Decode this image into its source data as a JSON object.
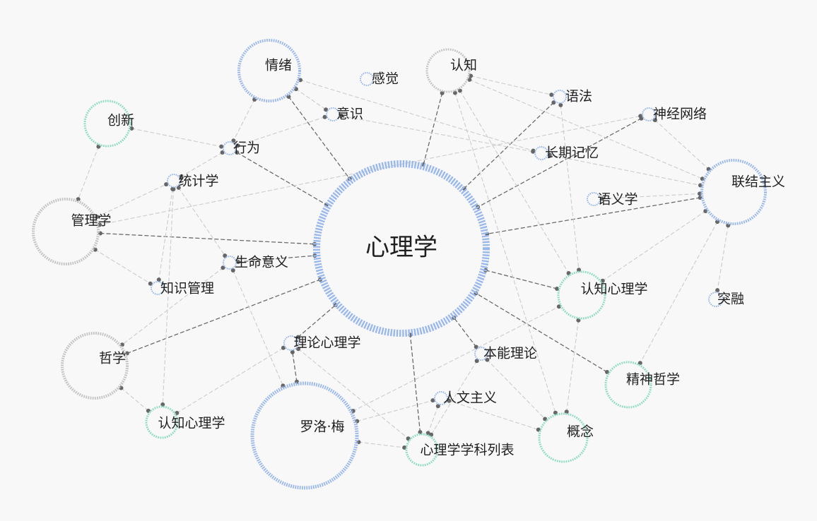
{
  "colors": {
    "background": "#f8f8f9",
    "blue": "#9ab8ec",
    "gray": "#c4c4c4",
    "green": "#8fdcc4",
    "edge_dark": "#6b6b6b",
    "edge_light": "#cfcfcf",
    "text": "#1f1f1f"
  },
  "nodes": [
    {
      "id": "center",
      "label": "心理学",
      "color": "blue",
      "kind": "center"
    },
    {
      "id": "qingxu",
      "label": "情绪",
      "color": "blue",
      "kind": "large"
    },
    {
      "id": "ganjue",
      "label": "感觉",
      "color": "blue",
      "kind": "small"
    },
    {
      "id": "renzhi",
      "label": "认知",
      "color": "gray",
      "kind": "medium"
    },
    {
      "id": "yufa",
      "label": "语法",
      "color": "blue",
      "kind": "small"
    },
    {
      "id": "shenjing",
      "label": "神经网络",
      "color": "blue",
      "kind": "small"
    },
    {
      "id": "chuangxin",
      "label": "创新",
      "color": "green",
      "kind": "medium"
    },
    {
      "id": "yishi",
      "label": "意识",
      "color": "blue",
      "kind": "small"
    },
    {
      "id": "xingwei",
      "label": "行为",
      "color": "blue",
      "kind": "small"
    },
    {
      "id": "changqi",
      "label": "长期记忆",
      "color": "blue",
      "kind": "small"
    },
    {
      "id": "lianjie",
      "label": "联结主义",
      "color": "blue",
      "kind": "large"
    },
    {
      "id": "tongji",
      "label": "统计学",
      "color": "blue",
      "kind": "small"
    },
    {
      "id": "yuyi",
      "label": "语义学",
      "color": "blue",
      "kind": "small"
    },
    {
      "id": "guanli",
      "label": "管理学",
      "color": "gray",
      "kind": "large"
    },
    {
      "id": "shengming",
      "label": "生命意义",
      "color": "blue",
      "kind": "small"
    },
    {
      "id": "zhishi",
      "label": "知识管理",
      "color": "blue",
      "kind": "small"
    },
    {
      "id": "renzhixlx_r",
      "label": "认知心理学",
      "color": "green",
      "kind": "medium"
    },
    {
      "id": "turong",
      "label": "突融",
      "color": "blue",
      "kind": "small"
    },
    {
      "id": "zhexue",
      "label": "哲学",
      "color": "gray",
      "kind": "large"
    },
    {
      "id": "lilun",
      "label": "理论心理学",
      "color": "blue",
      "kind": "small"
    },
    {
      "id": "benneng",
      "label": "本能理论",
      "color": "blue",
      "kind": "small"
    },
    {
      "id": "jingshen",
      "label": "精神哲学",
      "color": "green",
      "kind": "medium"
    },
    {
      "id": "renwen",
      "label": "人文主义",
      "color": "blue",
      "kind": "small"
    },
    {
      "id": "renzhixlx_l",
      "label": "认知心理学",
      "color": "green",
      "kind": "small-medium"
    },
    {
      "id": "luoluo",
      "label": "罗洛·梅",
      "color": "blue",
      "kind": "xlarge"
    },
    {
      "id": "gainian",
      "label": "概念",
      "color": "green",
      "kind": "medium"
    },
    {
      "id": "xlxlb",
      "label": "心理学学科列表",
      "color": "green",
      "kind": "small-medium"
    }
  ],
  "edges": [
    {
      "from": "qingxu",
      "to": "center",
      "style": "dark"
    },
    {
      "from": "xingwei",
      "to": "center",
      "style": "dark"
    },
    {
      "from": "guanli",
      "to": "center",
      "style": "dark"
    },
    {
      "from": "shengming",
      "to": "center",
      "style": "dark"
    },
    {
      "from": "zhexue",
      "to": "center",
      "style": "dark"
    },
    {
      "from": "lilun",
      "to": "center",
      "style": "dark"
    },
    {
      "from": "renzhi",
      "to": "center",
      "style": "dark"
    },
    {
      "from": "yufa",
      "to": "center",
      "style": "dark"
    },
    {
      "from": "shenjing",
      "to": "center",
      "style": "dark"
    },
    {
      "from": "lianjie",
      "to": "center",
      "style": "dark"
    },
    {
      "from": "renzhixlx_r",
      "to": "center",
      "style": "dark"
    },
    {
      "from": "jingshen",
      "to": "center",
      "style": "dark"
    },
    {
      "from": "benneng",
      "to": "center",
      "style": "dark"
    },
    {
      "from": "xlxlb",
      "to": "center",
      "style": "dark"
    },
    {
      "from": "luoluo",
      "to": "lilun",
      "style": "dark"
    },
    {
      "from": "qingxu",
      "to": "xingwei",
      "style": "light"
    },
    {
      "from": "qingxu",
      "to": "yishi",
      "style": "light"
    },
    {
      "from": "qingxu",
      "to": "changqi",
      "style": "light"
    },
    {
      "from": "yishi",
      "to": "xingwei",
      "style": "light"
    },
    {
      "from": "yishi",
      "to": "changqi",
      "style": "light"
    },
    {
      "from": "chuangxin",
      "to": "xingwei",
      "style": "light"
    },
    {
      "from": "chuangxin",
      "to": "guanli",
      "style": "light"
    },
    {
      "from": "xingwei",
      "to": "tongji",
      "style": "light"
    },
    {
      "from": "guanli",
      "to": "tongji",
      "style": "light"
    },
    {
      "from": "guanli",
      "to": "zhishi",
      "style": "light"
    },
    {
      "from": "guanli",
      "to": "shenjing",
      "style": "light"
    },
    {
      "from": "tongji",
      "to": "zhishi",
      "style": "light"
    },
    {
      "from": "tongji",
      "to": "shengming",
      "style": "light"
    },
    {
      "from": "tongji",
      "to": "renzhixlx_l",
      "style": "light"
    },
    {
      "from": "shengming",
      "to": "zhexue",
      "style": "light"
    },
    {
      "from": "shengming",
      "to": "luoluo",
      "style": "light"
    },
    {
      "from": "zhexue",
      "to": "renzhixlx_l",
      "style": "light"
    },
    {
      "from": "renzhixlx_l",
      "to": "lilun",
      "style": "light"
    },
    {
      "from": "lilun",
      "to": "xlxlb",
      "style": "light"
    },
    {
      "from": "luoluo",
      "to": "xlxlb",
      "style": "light"
    },
    {
      "from": "luoluo",
      "to": "renwen",
      "style": "light"
    },
    {
      "from": "luoluo",
      "to": "renzhixlx_r",
      "style": "light"
    },
    {
      "from": "renwen",
      "to": "xlxlb",
      "style": "light"
    },
    {
      "from": "renwen",
      "to": "gainian",
      "style": "light"
    },
    {
      "from": "benneng",
      "to": "xlxlb",
      "style": "light"
    },
    {
      "from": "benneng",
      "to": "gainian",
      "style": "light"
    },
    {
      "from": "renzhi",
      "to": "yufa",
      "style": "light"
    },
    {
      "from": "renzhi",
      "to": "renzhixlx_r",
      "style": "light"
    },
    {
      "from": "renzhi",
      "to": "gainian",
      "style": "light"
    },
    {
      "from": "renzhi",
      "to": "lianjie",
      "style": "light"
    },
    {
      "from": "yufa",
      "to": "renzhixlx_r",
      "style": "light"
    },
    {
      "from": "shenjing",
      "to": "lianjie",
      "style": "light"
    },
    {
      "from": "changqi",
      "to": "lianjie",
      "style": "light"
    },
    {
      "from": "yuyi",
      "to": "lianjie",
      "style": "light"
    },
    {
      "from": "lianjie",
      "to": "turong",
      "style": "light"
    },
    {
      "from": "lianjie",
      "to": "jingshen",
      "style": "light"
    },
    {
      "from": "lianjie",
      "to": "renzhixlx_r",
      "style": "light"
    },
    {
      "from": "renzhixlx_r",
      "to": "gainian",
      "style": "light"
    }
  ]
}
